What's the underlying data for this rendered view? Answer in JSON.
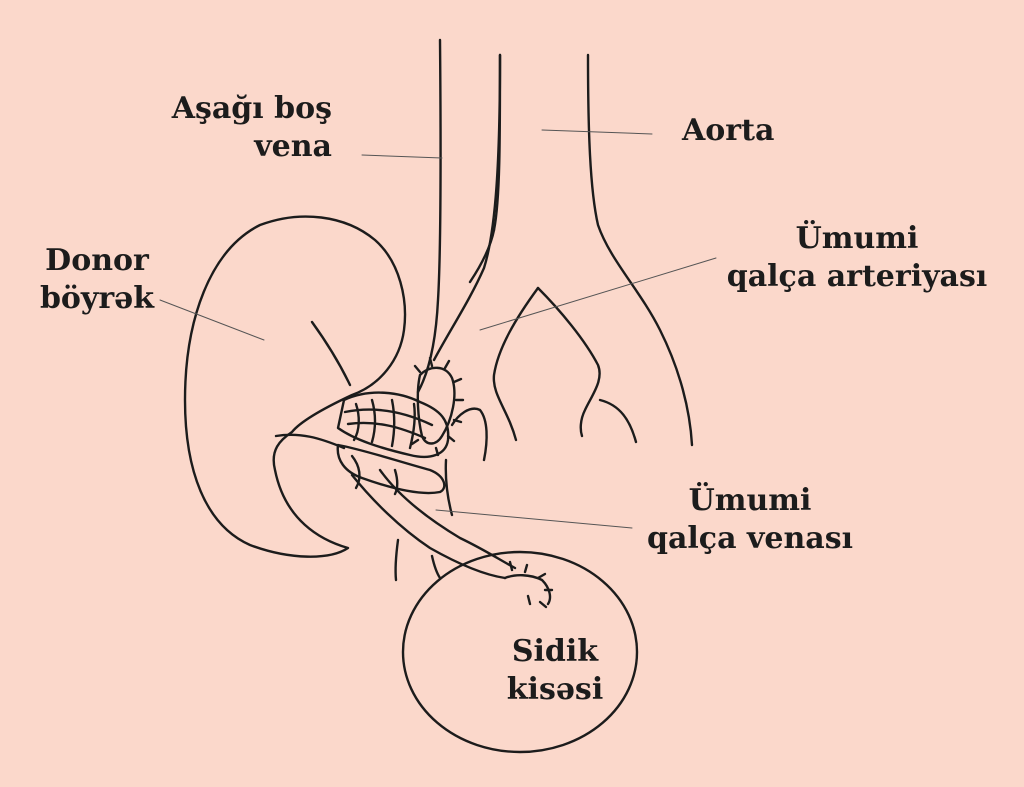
{
  "labels": {
    "ivc": {
      "line1": "Aşağı boş",
      "line2": "vena"
    },
    "aorta": {
      "line1": "Aorta"
    },
    "donor_kidney": {
      "line1": "Donor",
      "line2": "böyrək"
    },
    "common_iliac_artery": {
      "line1": "Ümumi",
      "line2": "qalça arteriyası"
    },
    "common_iliac_vein": {
      "line1": "Ümumi",
      "line2": "qalça venası"
    },
    "bladder": {
      "line1": "Sidik",
      "line2": "kisəsi"
    }
  },
  "colors": {
    "background": "#fbd8cb",
    "ink": "#1c1c1c",
    "leader": "#555555"
  }
}
